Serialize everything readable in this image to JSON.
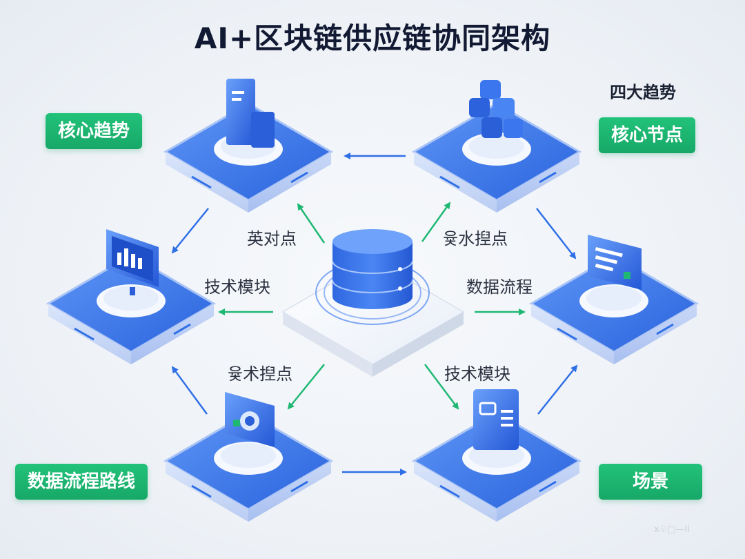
{
  "title": "AI+区块链供应链协同架构",
  "side_title": "四大趋势",
  "badges": {
    "top_left": "核心趋势",
    "top_right": "核心节点",
    "bottom_left": "数据流程路线",
    "bottom_right": "场景"
  },
  "labels": {
    "upper_left": "英对点",
    "upper_right": "윷水揑点",
    "middle_left": "技术模块",
    "middle_right": "数据流程",
    "lower_left": "윷术揑点",
    "lower_right": "技术模块"
  },
  "icons": {
    "center": "database-cylinder-icon",
    "top_left": "server-document-icon",
    "top_right": "cube-cluster-icon",
    "left": "monitor-chart-icon",
    "right": "document-list-icon",
    "bottom_left": "security-shield-icon",
    "bottom_right": "file-server-icon"
  },
  "colors": {
    "accent_blue": "#2f6fe6",
    "accent_green": "#1fb873",
    "platform_top": "#3d7cf0",
    "title_text": "#121a33"
  },
  "watermark": "ⅹ♧□—ⅰⅰ"
}
